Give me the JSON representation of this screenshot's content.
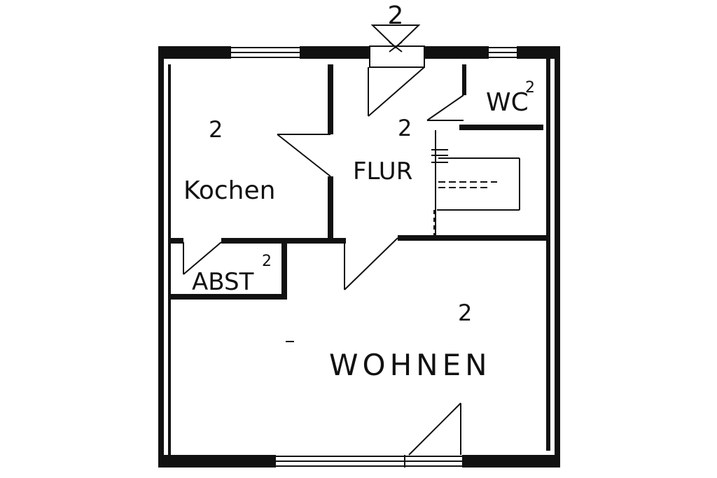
{
  "section_marker": "2",
  "rooms": {
    "kochen": {
      "label": "Kochen",
      "number": "2"
    },
    "flur": {
      "label": "FLUR",
      "number": "2"
    },
    "wc": {
      "label": "WC",
      "superscript": "2"
    },
    "abst": {
      "label": "ABST",
      "superscript": "2"
    },
    "wohnen": {
      "label": "WOHNEN",
      "number": "2"
    }
  },
  "colors": {
    "ink": "#111111",
    "paper": "#ffffff"
  }
}
